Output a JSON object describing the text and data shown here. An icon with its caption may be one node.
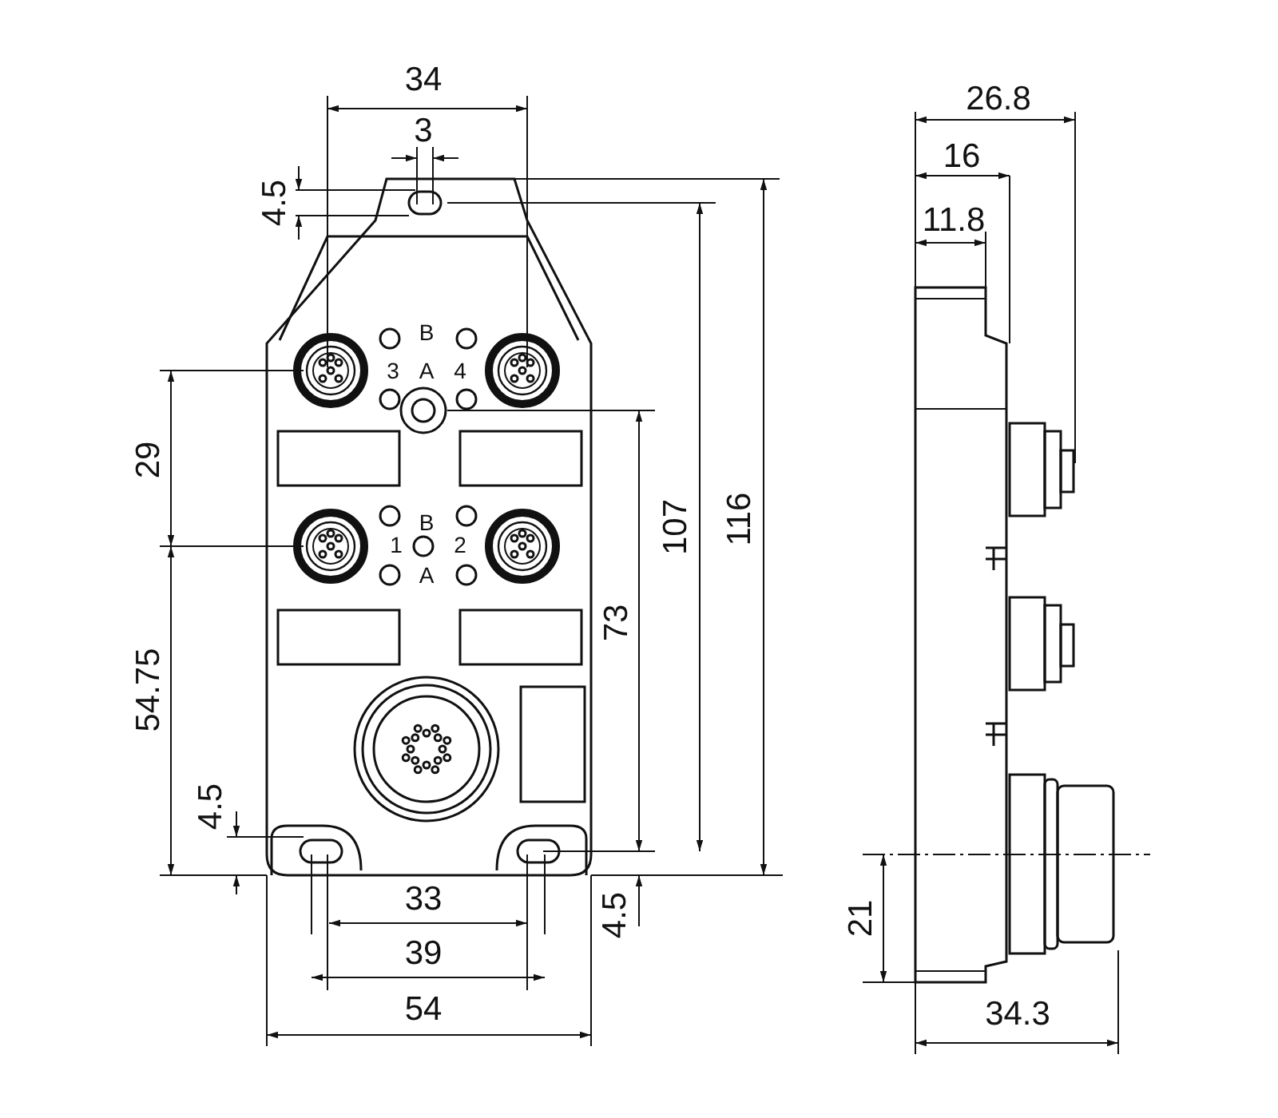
{
  "diagram": {
    "labels": [
      "34",
      "26.8",
      "3",
      "16",
      "4.5",
      "11.8",
      "B",
      "3",
      "A",
      "4",
      "116",
      "107",
      "29",
      "B",
      "1",
      "2",
      "A",
      "73",
      "54.75",
      "4.5",
      "21",
      "33",
      "4.5",
      "39",
      "34.3",
      "54"
    ]
  }
}
